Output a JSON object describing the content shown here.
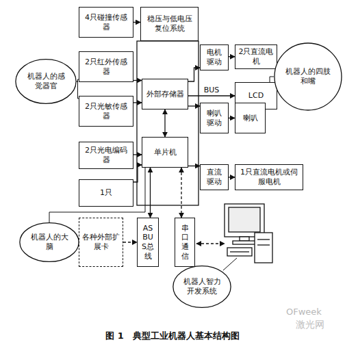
{
  "diagram": {
    "caption": "图 1　典型工业机器人基本结构图",
    "nodes": [
      {
        "text": [
          "4只碰撞传感器"
        ]
      },
      {
        "text": [
          "2只红外传感器"
        ]
      },
      {
        "text": [
          "2只光敏传感器"
        ]
      },
      {
        "text": [
          "2只光电编码器"
        ]
      },
      {
        "text": [
          "1只"
        ]
      },
      {
        "text": [
          "稳压与低电压复位系统"
        ]
      },
      {
        "text": [
          "外部存储器"
        ]
      },
      {
        "text": [
          "单片机"
        ]
      },
      {
        "text": [
          "电机驱动"
        ]
      },
      {
        "text": [
          "2只直流电机"
        ]
      },
      {
        "text": [
          "LCD"
        ]
      },
      {
        "text": [
          "喇叭驱动"
        ]
      },
      {
        "text": [
          "喇叭"
        ]
      },
      {
        "text": [
          "直流驱动"
        ]
      },
      {
        "text": [
          "1只直流电机或伺服电机"
        ]
      },
      {
        "text": [
          "各种外部扩展卡"
        ]
      },
      {
        "text": [
          "ASBUS总线"
        ]
      },
      {
        "text": [
          "串口通信"
        ]
      },
      {
        "text": [
          "机器人的感觉器官"
        ]
      },
      {
        "text": [
          "机器人的四肢和嘴"
        ]
      },
      {
        "text": [
          "机器人的大脑"
        ]
      },
      {
        "text": [
          "机器人智力开发系统"
        ]
      }
    ],
    "edges": [
      {
        "from": 0,
        "to": 5,
        "arrow": "to"
      },
      {
        "from": 1,
        "to": 6,
        "arrow": "to"
      },
      {
        "from": 2,
        "to": 6,
        "arrow": "to"
      },
      {
        "from": 3,
        "to": 7,
        "arrow": "to"
      },
      {
        "from": 4,
        "to": 7,
        "arrow": "to"
      },
      {
        "from": 6,
        "to": 7,
        "arrow": "both"
      },
      {
        "from": 6,
        "to": 8,
        "arrow": "to"
      },
      {
        "from": 6,
        "to": 10,
        "label": "BUS",
        "arrow": "to"
      },
      {
        "from": 6,
        "to": 11,
        "arrow": "to"
      },
      {
        "from": 7,
        "to": 13,
        "arrow": "to"
      },
      {
        "from": 8,
        "to": 9,
        "arrow": "to"
      },
      {
        "from": 11,
        "to": 12,
        "arrow": "to"
      },
      {
        "from": 13,
        "to": 14,
        "arrow": "to"
      },
      {
        "from": 7,
        "to": 16,
        "arrow": "both"
      },
      {
        "from": 7,
        "to": 17,
        "arrow": "both"
      },
      {
        "from": 15,
        "to": 16,
        "arrow": "to"
      },
      {
        "from": 18,
        "to": 1,
        "arrow": "none"
      },
      {
        "from": 18,
        "to": 2,
        "arrow": "none"
      },
      {
        "from": 19,
        "to": 12,
        "arrow": "none"
      },
      {
        "from": 20,
        "to": 7,
        "arrow": "none"
      }
    ],
    "labels": [
      "OFweek",
      "激光网"
    ]
  }
}
